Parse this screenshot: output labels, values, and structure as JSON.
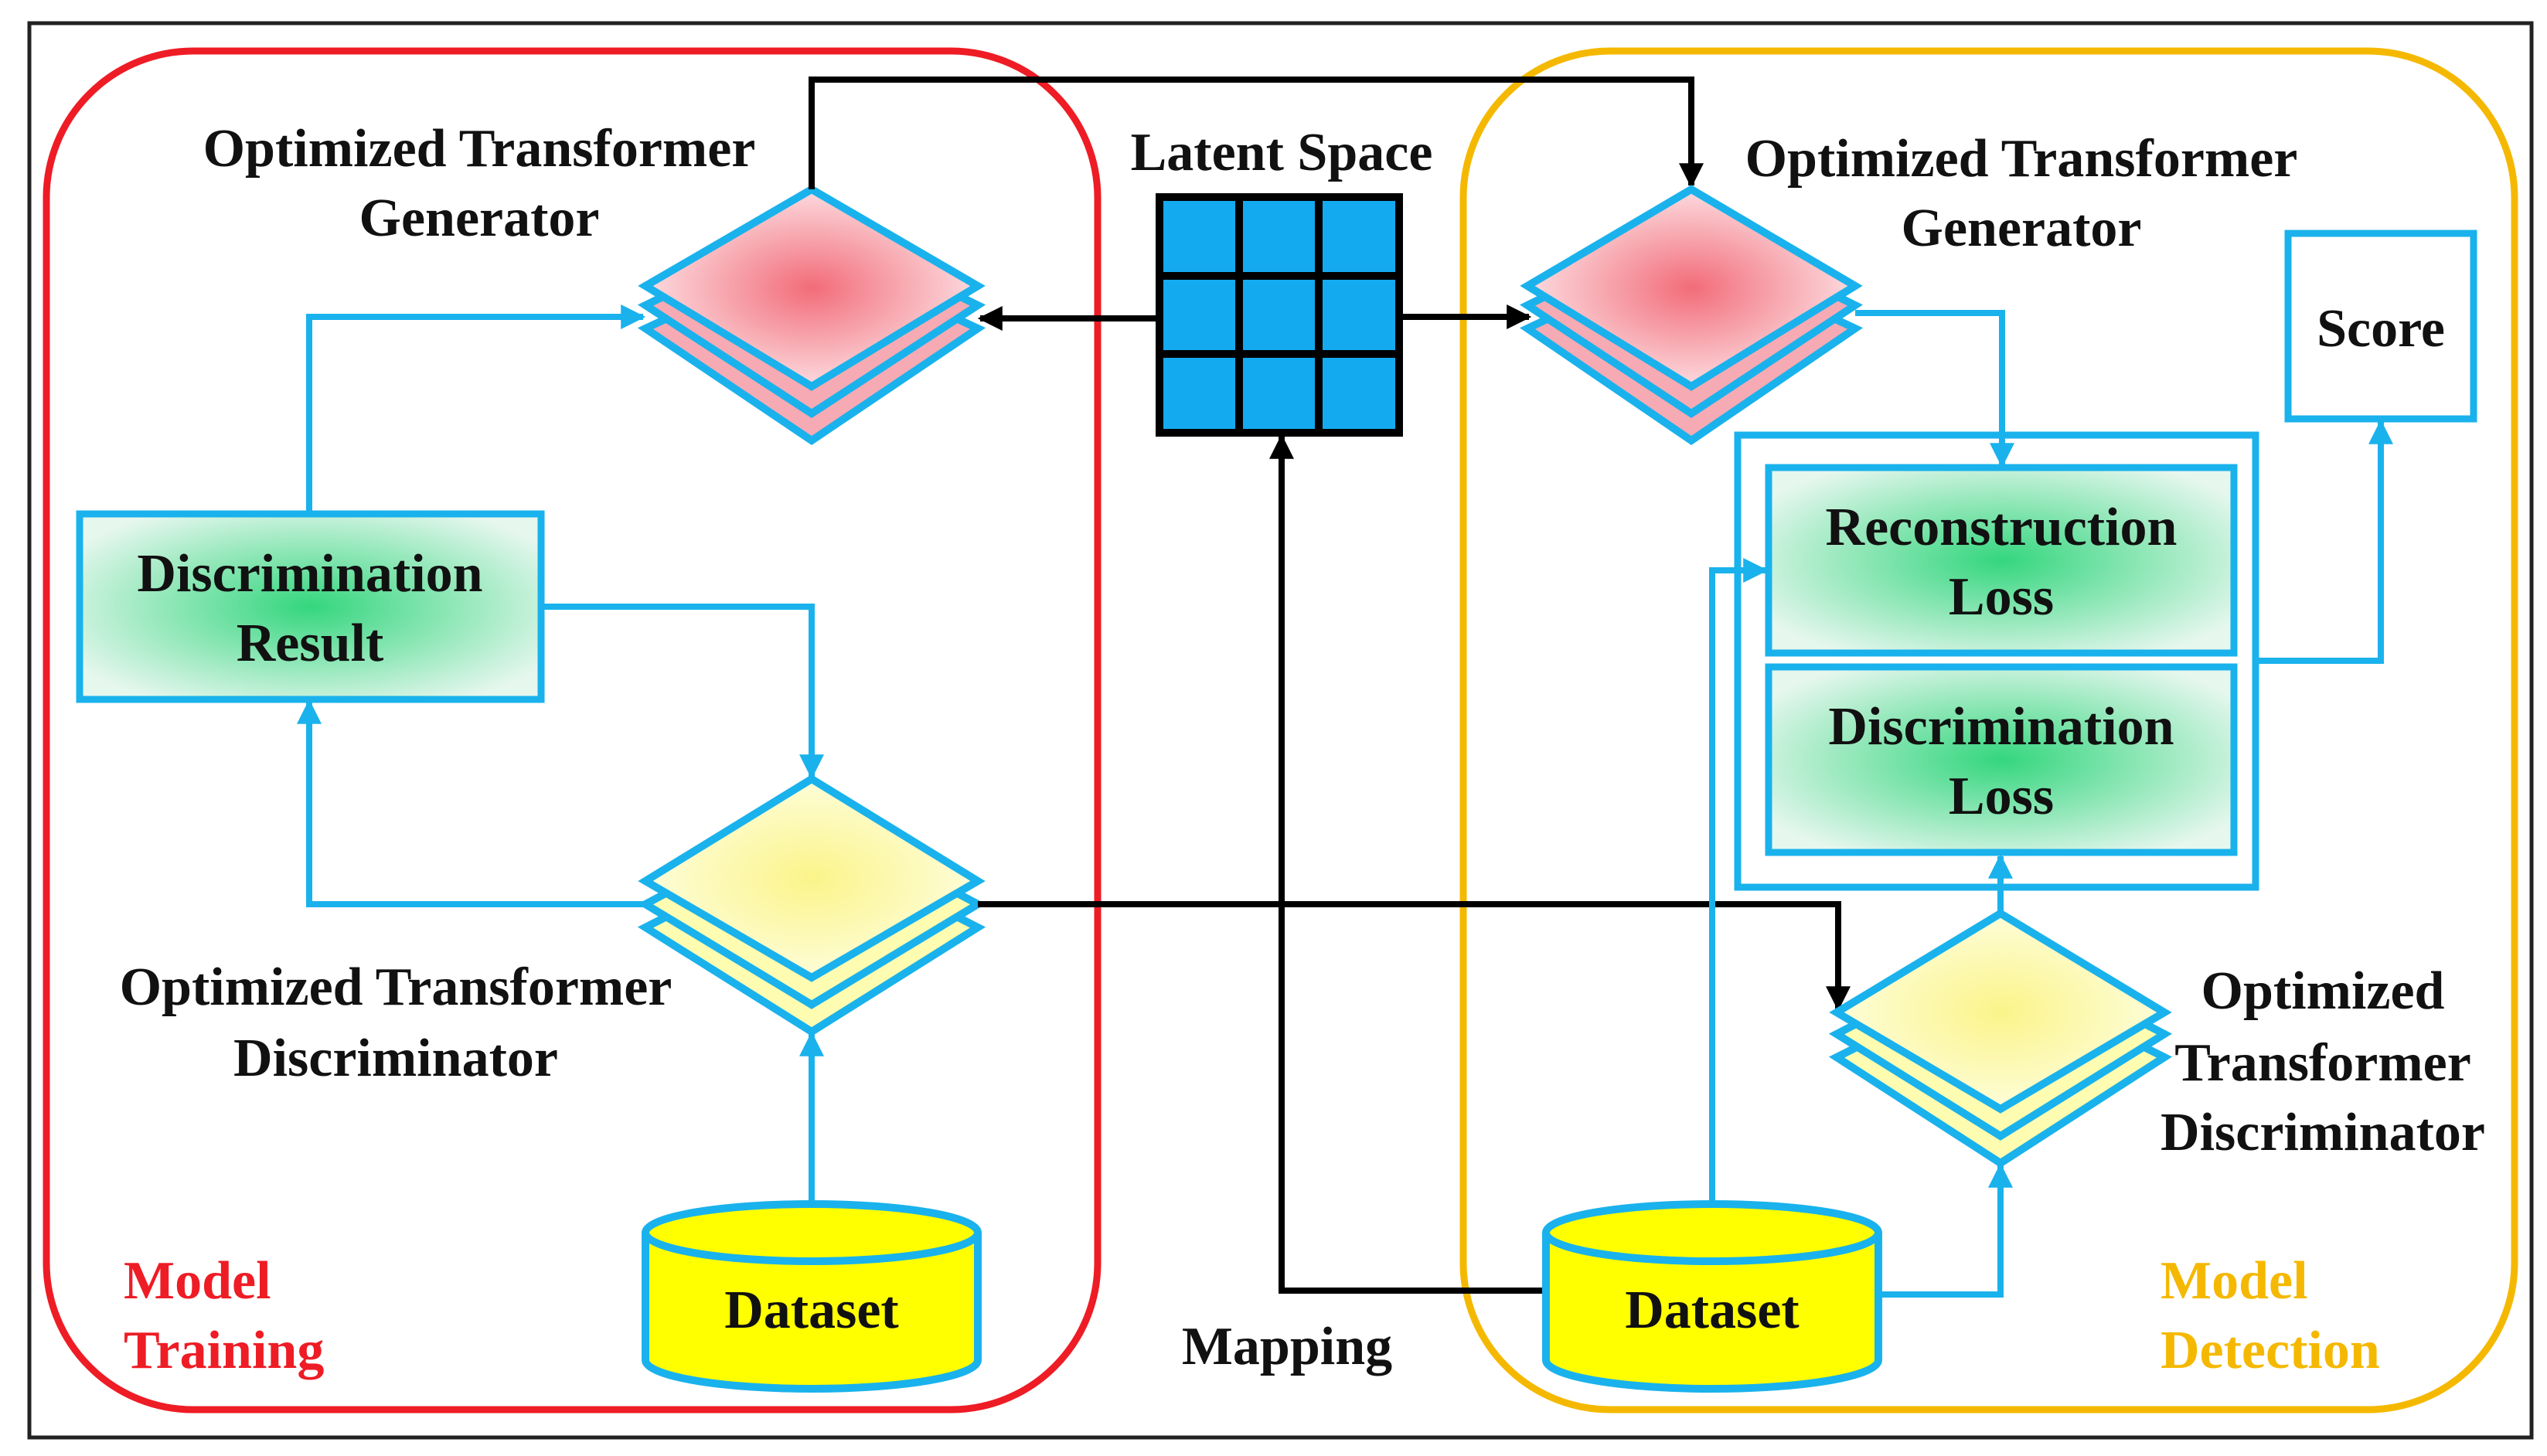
{
  "colors": {
    "training_border": "#ee1c25",
    "detection_border": "#f5b800",
    "connector": "#1ab2ec",
    "black": "#000000",
    "generator_fill": "#f7a8b0",
    "discriminator_fill": "#fdfda0",
    "dataset_fill": "#ffff00",
    "box_fill": "#34d17a",
    "latent_fill": "#14aaf0"
  },
  "training": {
    "region_label_line1": "Model",
    "region_label_line2": "Training",
    "generator_label_line1": "Optimized Transformer",
    "generator_label_line2": "Generator",
    "result_line1": "Discrimination",
    "result_line2": "Result",
    "discriminator_label_line1": "Optimized Transformer",
    "discriminator_label_line2": "Discriminator",
    "dataset": "Dataset"
  },
  "latent": {
    "label": "Latent Space",
    "mapping": "Mapping"
  },
  "detection": {
    "region_label_line1": "Model",
    "region_label_line2": "Detection",
    "generator_label_line1": "Optimized Transformer",
    "generator_label_line2": "Generator",
    "score": "Score",
    "recon_line1": "Reconstruction",
    "recon_line2": "Loss",
    "disc_loss_line1": "Discrimination",
    "disc_loss_line2": "Loss",
    "discriminator_label_line1": "Optimized",
    "discriminator_label_line2": "Transformer",
    "discriminator_label_line3": "Discriminator",
    "dataset": "Dataset"
  }
}
